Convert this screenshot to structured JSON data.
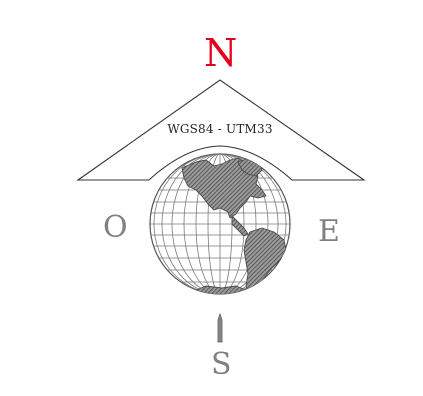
{
  "logo": {
    "datum_label": "WGS84 - UTM33",
    "cardinals": {
      "north": "N",
      "west": "O",
      "east": "E",
      "south": "S"
    }
  },
  "colors": {
    "north": "#e2001a",
    "other_cardinals": "#808080",
    "lines": "#333333",
    "globe_grid": "#777777",
    "continents": "#6e6e6e"
  },
  "icons": {
    "globe": "globe-americas-icon",
    "needle": "compass-needle-icon"
  }
}
